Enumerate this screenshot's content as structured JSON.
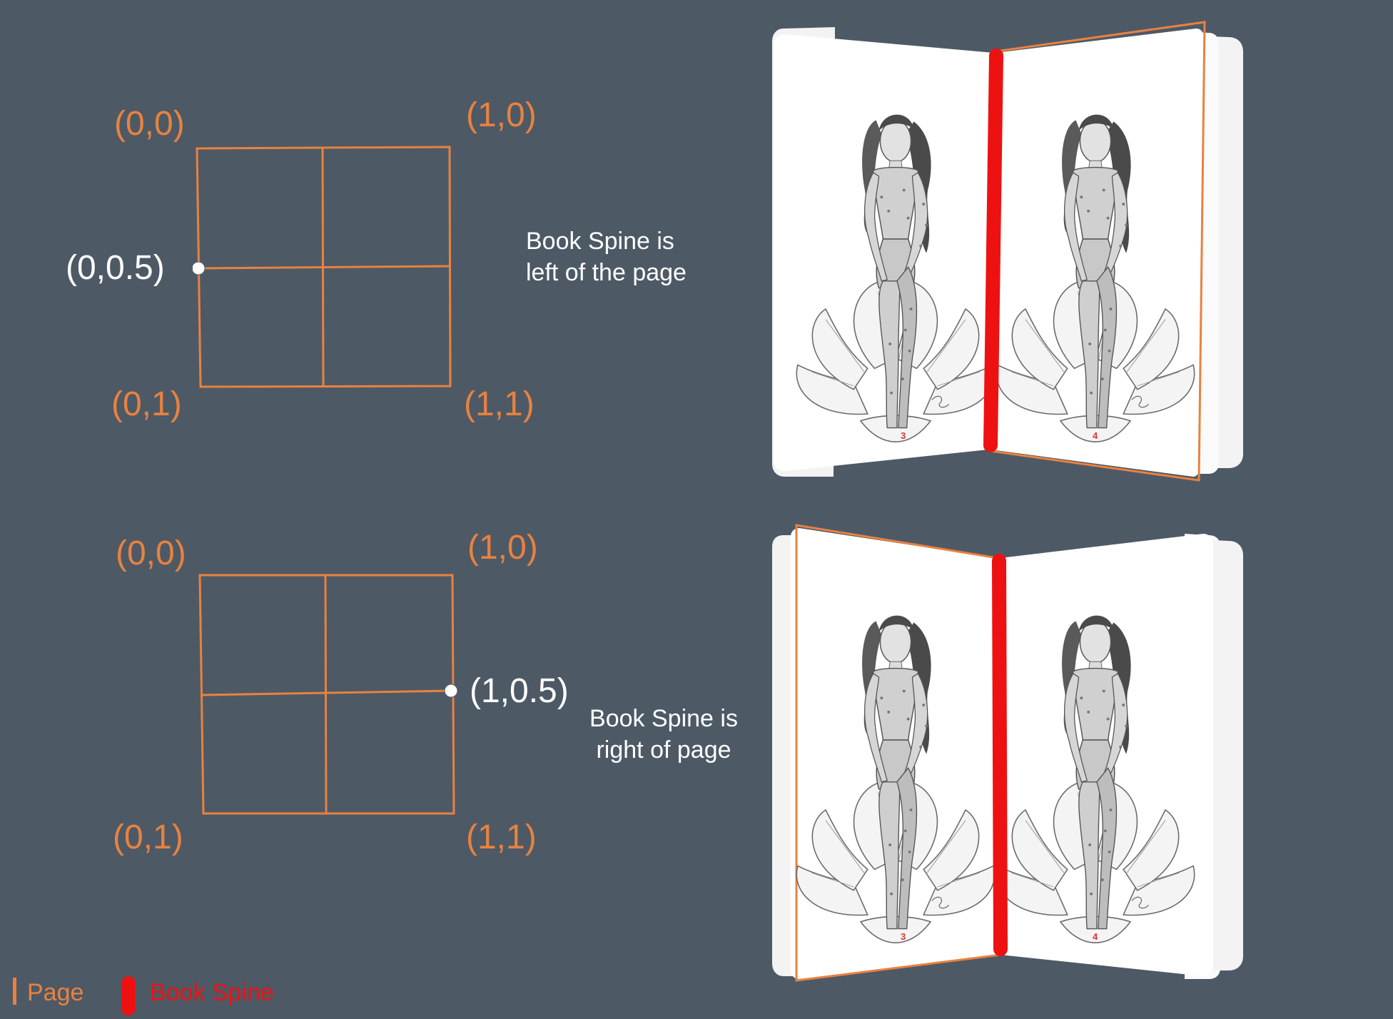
{
  "top": {
    "corners": {
      "top_left": "(0,0)",
      "top_right": "(1,0)",
      "bottom_left": "(0,1)",
      "bottom_right": "(1,1)"
    },
    "anchor": "(0,0.5)",
    "caption": [
      "Book Spine is",
      "left of the page"
    ],
    "page_numbers": [
      "3",
      "4"
    ]
  },
  "bottom": {
    "corners": {
      "top_left": "(0,0)",
      "top_right": "(1,0)",
      "bottom_left": "(0,1)",
      "bottom_right": "(1,1)"
    },
    "anchor": "(1,0.5)",
    "caption": [
      "Book Spine is",
      "right of page"
    ],
    "page_numbers": [
      "3",
      "4"
    ]
  },
  "legend": {
    "page_label": "Page",
    "spine_label": "Book Spine"
  },
  "colors": {
    "background": "#4e5966",
    "page_outline": "#e8823f",
    "book_spine": "#ee1111",
    "label_white": "#ffffff",
    "book_page": "#ffffff",
    "page_number": "#dd3333"
  },
  "icons": {
    "illustration": "fairy-drawing-icon"
  }
}
